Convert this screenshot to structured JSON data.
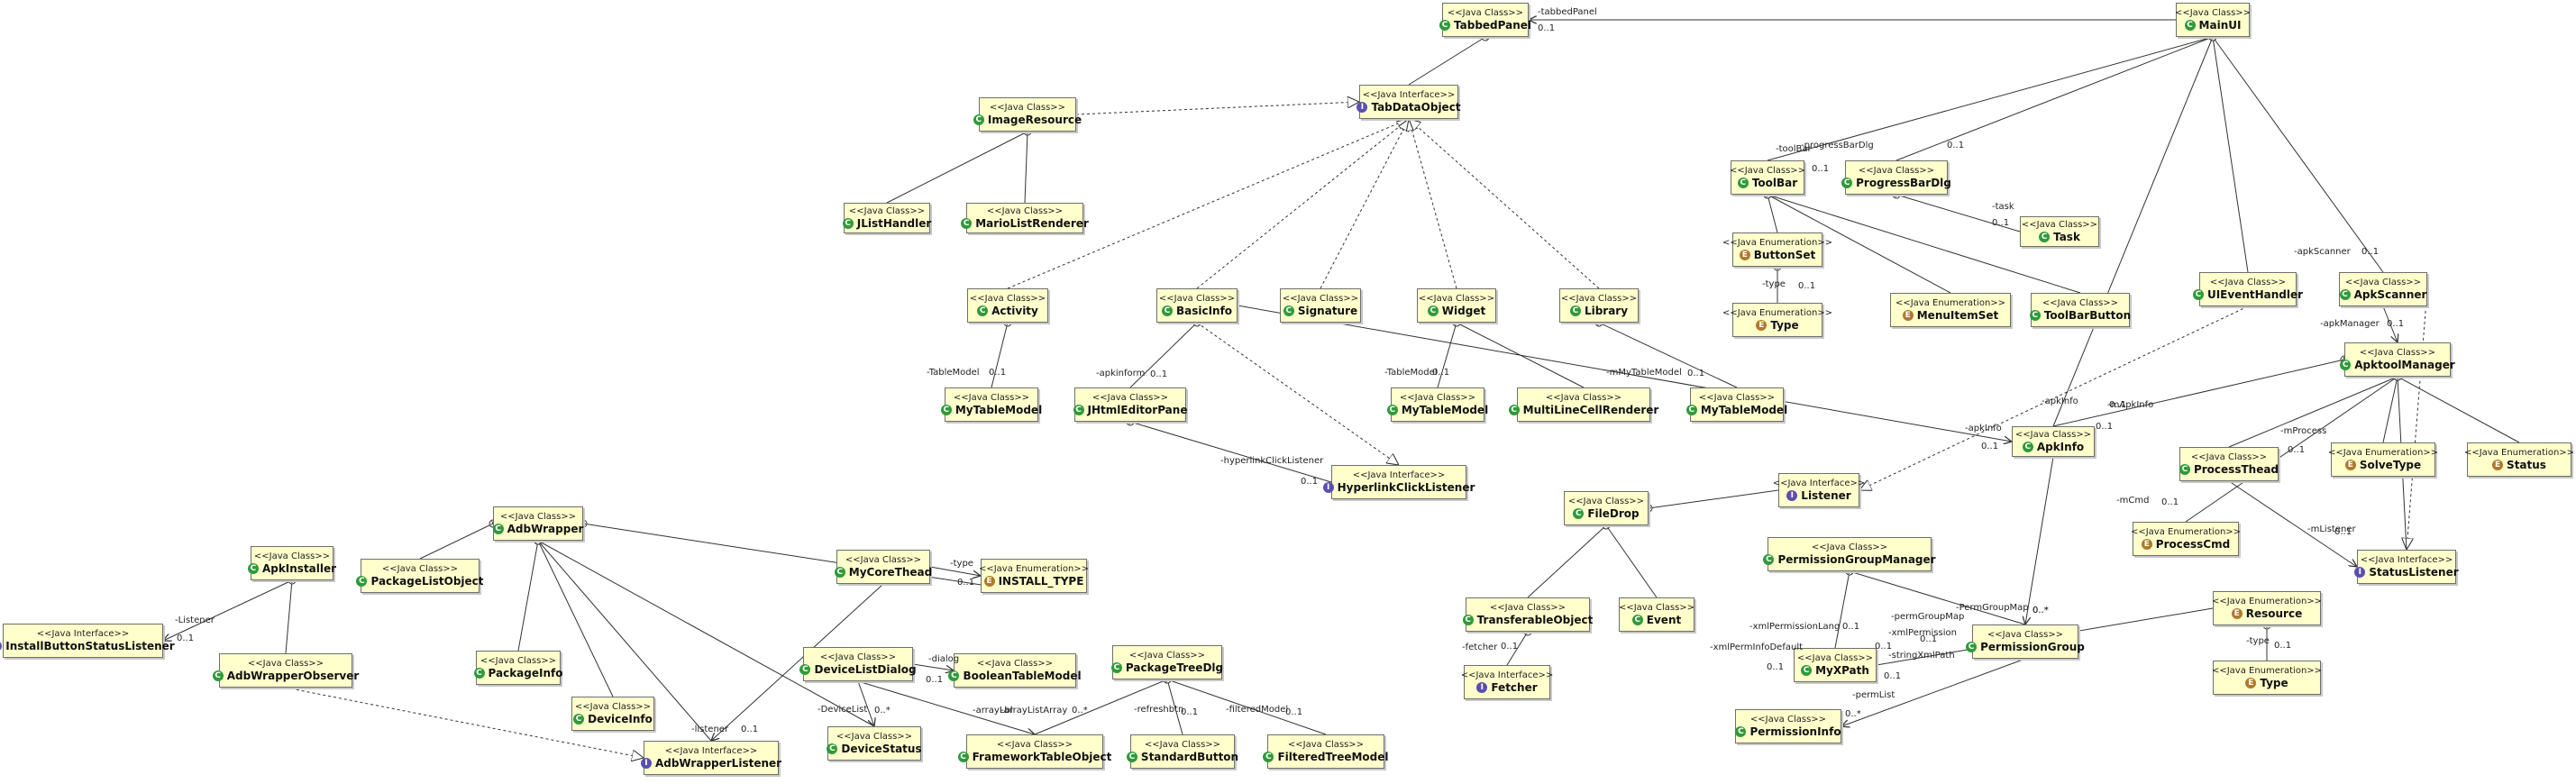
{
  "stereotypes": {
    "class": "<<Java Class>>",
    "interface": "<<Java Interface>>",
    "enumeration": "<<Java Enumeration>>"
  },
  "icons": {
    "class": "class-icon",
    "interface": "interface-icon",
    "enumeration": "enumeration-icon"
  },
  "colors": {
    "box_fill": "#ffffcc",
    "box_border": "#6e6e6e",
    "class_icon": "#2f9a3a",
    "interface_icon": "#5a4fb0",
    "enum_icon": "#b07a2a"
  },
  "nodes": {
    "tabbed_panel": {
      "kind": "class",
      "name": "TabbedPanel"
    },
    "main_ui": {
      "kind": "class",
      "name": "MainUI"
    },
    "tab_data_object": {
      "kind": "interface",
      "name": "TabDataObject"
    },
    "image_resource": {
      "kind": "class",
      "name": "ImageResource"
    },
    "jlist_handler": {
      "kind": "class",
      "name": "JListHandler"
    },
    "mario_list_renderer": {
      "kind": "class",
      "name": "MarioListRenderer"
    },
    "activity": {
      "kind": "class",
      "name": "Activity"
    },
    "basic_info": {
      "kind": "class",
      "name": "BasicInfo"
    },
    "signature": {
      "kind": "class",
      "name": "Signature"
    },
    "widget": {
      "kind": "class",
      "name": "Widget"
    },
    "library": {
      "kind": "class",
      "name": "Library"
    },
    "activity_table_model": {
      "kind": "class",
      "name": "MyTableModel"
    },
    "jhtml_editor_pane": {
      "kind": "class",
      "name": "JHtmlEditorPane"
    },
    "widget_table_model": {
      "kind": "class",
      "name": "MyTableModel"
    },
    "multi_line_cell_renderer": {
      "kind": "class",
      "name": "MultiLineCellRenderer"
    },
    "library_table_model": {
      "kind": "class",
      "name": "MyTableModel"
    },
    "hyperlink_click_listener": {
      "kind": "interface",
      "name": "HyperlinkClickListener"
    },
    "tool_bar": {
      "kind": "class",
      "name": "ToolBar"
    },
    "progress_bar_dlg": {
      "kind": "class",
      "name": "ProgressBarDlg"
    },
    "task": {
      "kind": "class",
      "name": "Task"
    },
    "button_set": {
      "kind": "enumeration",
      "name": "ButtonSet"
    },
    "button_set_type": {
      "kind": "enumeration",
      "name": "Type"
    },
    "menu_item_set": {
      "kind": "enumeration",
      "name": "MenuItemSet"
    },
    "tool_bar_button": {
      "kind": "class",
      "name": "ToolBarButton"
    },
    "ui_event_handler": {
      "kind": "class",
      "name": "UIEventHandler"
    },
    "apk_scanner": {
      "kind": "class",
      "name": "ApkScanner"
    },
    "apktool_manager": {
      "kind": "class",
      "name": "ApktoolManager"
    },
    "apk_info": {
      "kind": "class",
      "name": "ApkInfo"
    },
    "process_thead": {
      "kind": "class",
      "name": "ProcessThead"
    },
    "process_cmd": {
      "kind": "enumeration",
      "name": "ProcessCmd"
    },
    "solve_type": {
      "kind": "enumeration",
      "name": "SolveType"
    },
    "status": {
      "kind": "enumeration",
      "name": "Status"
    },
    "status_listener": {
      "kind": "interface",
      "name": "StatusListener"
    },
    "listener": {
      "kind": "interface",
      "name": "Listener"
    },
    "file_drop": {
      "kind": "class",
      "name": "FileDrop"
    },
    "transferable_object": {
      "kind": "class",
      "name": "TransferableObject"
    },
    "fetcher": {
      "kind": "interface",
      "name": "Fetcher"
    },
    "event": {
      "kind": "class",
      "name": "Event"
    },
    "permission_group_manager": {
      "kind": "class",
      "name": "PermissionGroupManager"
    },
    "my_xpath": {
      "kind": "class",
      "name": "MyXPath"
    },
    "permission_group": {
      "kind": "class",
      "name": "PermissionGroup"
    },
    "permission_info": {
      "kind": "class",
      "name": "PermissionInfo"
    },
    "resource": {
      "kind": "enumeration",
      "name": "Resource"
    },
    "resource_type": {
      "kind": "enumeration",
      "name": "Type"
    },
    "apk_installer": {
      "kind": "class",
      "name": "ApkInstaller"
    },
    "install_button_status_listener": {
      "kind": "interface",
      "name": "InstallButtonStatusListener"
    },
    "adb_wrapper_observer": {
      "kind": "class",
      "name": "AdbWrapperObserver"
    },
    "adb_wrapper": {
      "kind": "class",
      "name": "AdbWrapper"
    },
    "package_list_object": {
      "kind": "class",
      "name": "PackageListObject"
    },
    "package_info": {
      "kind": "class",
      "name": "PackageInfo"
    },
    "device_info": {
      "kind": "class",
      "name": "DeviceInfo"
    },
    "my_core_thead": {
      "kind": "class",
      "name": "MyCoreThead"
    },
    "install_type": {
      "kind": "enumeration",
      "name": "INSTALL_TYPE"
    },
    "device_list_dialog": {
      "kind": "class",
      "name": "DeviceListDialog"
    },
    "boolean_table_model": {
      "kind": "class",
      "name": "BooleanTableModel"
    },
    "package_tree_dlg": {
      "kind": "class",
      "name": "PackageTreeDlg"
    },
    "adb_wrapper_listener": {
      "kind": "interface",
      "name": "AdbWrapperListener"
    },
    "device_status": {
      "kind": "class",
      "name": "DeviceStatus"
    },
    "framework_table_object": {
      "kind": "class",
      "name": "FrameworkTableObject"
    },
    "standard_button": {
      "kind": "class",
      "name": "StandardButton"
    },
    "filtered_tree_model": {
      "kind": "class",
      "name": "FilteredTreeModel"
    }
  },
  "labels": {
    "tabbed_panel_role": "-tabbedPanel",
    "tabbed_panel_mult": "0..1",
    "tool_bar_role": "-toolBar",
    "tool_bar_mult": "0..1",
    "progress_bar_role": "-progressBarDlg",
    "progress_bar_mult": "0..1",
    "task_role": "-task",
    "task_mult": "0..1",
    "type_role": "-type",
    "type_mult": "0..1",
    "apk_scanner_role": "-apkScanner",
    "apk_scanner_mult": "0..1",
    "apk_manager_role": "-apkManager",
    "apk_manager_mult": "0..1",
    "apk_info_role_a": "-apkInfo",
    "apk_info_mult_a": "0..1",
    "apk_info_role_b": "-mApkInfo",
    "apk_info_mult_b": "0..1",
    "apk_info_role_c": "-apkInfo",
    "apk_info_mult_c": "0..1",
    "m_process_role": "-mProcess",
    "m_process_mult": "0..1",
    "m_cmd_role": "-mCmd",
    "m_cmd_mult": "0..1",
    "m_listener_role": "-mListener",
    "m_listener_mult": "0..1",
    "activity_model_role": "-TableModel",
    "activity_model_mult": "0..1",
    "apkinform_role": "-apkinform",
    "apkinform_mult": "0..1",
    "widget_model_role": "-TableModel",
    "widget_model_mult": "0..1",
    "library_model_role": "-mMyTableModel",
    "library_model_mult": "0..1",
    "hyperlink_role": "-hyperlinkClickListener",
    "hyperlink_mult": "0..1",
    "fetcher_role": "-fetcher",
    "fetcher_mult": "0..1",
    "xml_default_role": "-xmlPermInfoDefault",
    "xml_default_mult": "0..1",
    "xml_lang_role": "-xmlPermissionLang",
    "xml_lang_mult": "0..1",
    "xml_perm_role": "-xmlPermission",
    "xml_perm_mult": "0..1",
    "perm_group_role": "-permGroupMap",
    "perm_group_mult": "0..1",
    "perm_group_map_role": "-PermGroupMap",
    "perm_group_map_mult": "0..*",
    "string_xml_role": "-stringXmlPath",
    "string_xml_mult": "0..1",
    "perm_list_role": "-permList",
    "perm_list_mult": "0..*",
    "apk_info_perm_mult": "0..*",
    "resource_type_role": "-type",
    "resource_type_mult": "0..1",
    "listener_role": "-Listener",
    "listener_mult": "0..1",
    "type_role_install": "-type",
    "type_mult_install": "0..1",
    "dialog_role": "-dialog",
    "dialog_mult": "0..1",
    "device_list_role": "-DeviceList",
    "device_list_mult": "0..*",
    "adb_listener_role": "-listener",
    "adb_listener_mult": "0..1",
    "array_lbl_role": "-arrayLbl",
    "array_lbl_role_b": "-arrayListArray",
    "array_lbl_mult": "0..*",
    "refresh_role": "-refreshbtn",
    "refresh_mult": "0..1",
    "filtered_role": "-filteredModel",
    "filtered_mult": "0..1"
  }
}
